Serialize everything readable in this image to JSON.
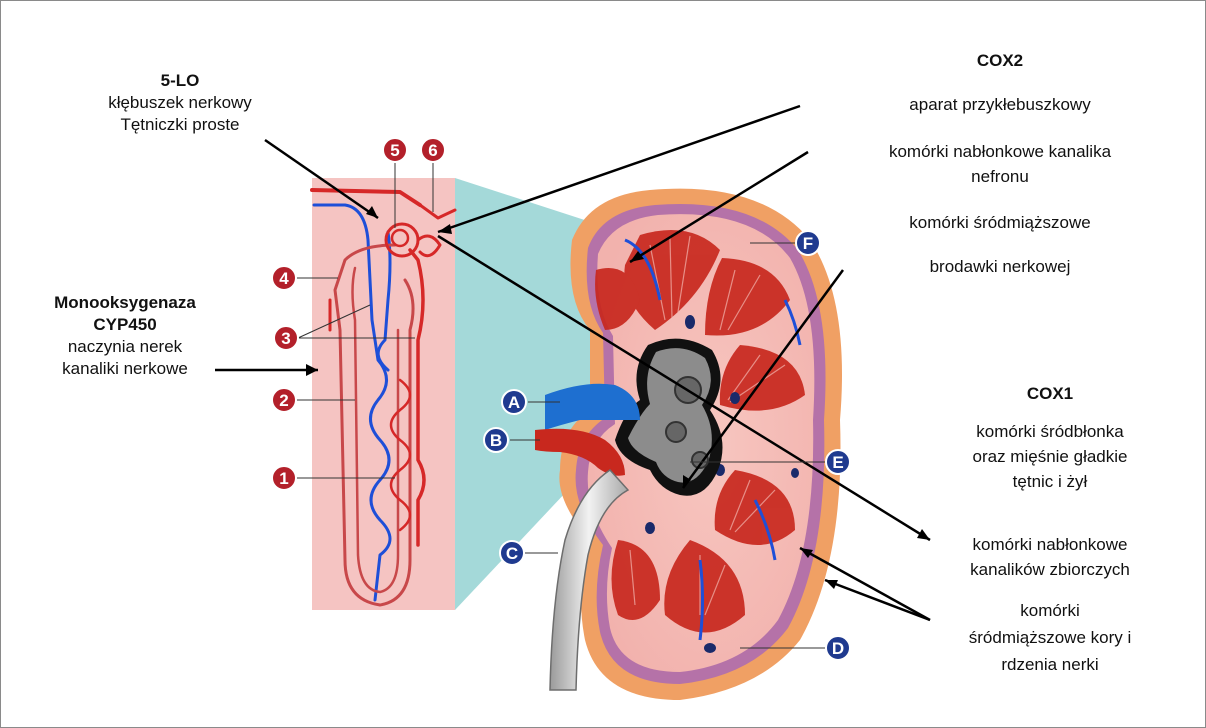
{
  "groups": {
    "lo5": {
      "title": "5-LO",
      "lines": [
        "kłębuszek nerkowy",
        "Tętniczki proste"
      ]
    },
    "cyp": {
      "title_1": "Monooksygenaza",
      "title_2": "CYP450",
      "lines": [
        "naczynia nerek",
        "kanaliki nerkowe"
      ]
    },
    "cox2": {
      "title": "COX2",
      "items": [
        "aparat przykłebuszkowy",
        "komórki nabłonkowe kanalika",
        "nefronu",
        "komórki śródmiąższowe",
        "brodawki nerkowej"
      ]
    },
    "cox1": {
      "title": "COX1",
      "lines": [
        "komórki śródbłonka",
        "oraz mięśnie gładkie",
        "tętnic i żył"
      ]
    },
    "collecting": {
      "lines": [
        "komórki nabłonkowe",
        "kanalików zbiorczych"
      ]
    },
    "interstitial": {
      "lines": [
        "komórki",
        "śródmiąższowe kory i",
        "rdzenia nerki"
      ]
    }
  },
  "markers": {
    "numbers": [
      "1",
      "2",
      "3",
      "4",
      "5",
      "6"
    ],
    "letters": [
      "A",
      "B",
      "C",
      "D",
      "E",
      "F"
    ]
  },
  "colors": {
    "number_badge": "#b3202a",
    "letter_badge": "#1f3a8f",
    "vessel_red": "#d62828",
    "vessel_blue": "#1e4fd8",
    "kidney_capsule": "#f0a064",
    "pyramid_red": "#c8281e",
    "pelvis_gray": "#8c8c8c",
    "teal_zoom": "#7fc9c9"
  }
}
